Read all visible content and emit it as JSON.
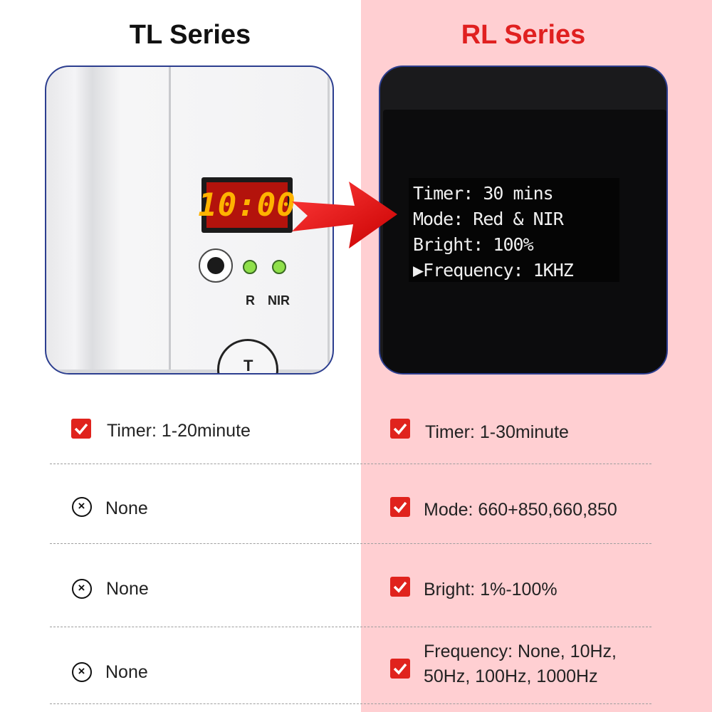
{
  "headers": {
    "left": "TL Series",
    "right": "RL Series"
  },
  "colors": {
    "right_background": "#ffcfd2",
    "right_title": "#e02020",
    "check": "#e0231d",
    "panel_border": "#2c3e8f"
  },
  "left_device": {
    "display": "10:00",
    "led_labels": [
      "R",
      "NIR"
    ],
    "button_label": "T"
  },
  "right_device": {
    "screen_lines": [
      "Timer: 30 mins",
      "Mode: Red & NIR",
      "Bright: 100%",
      "▶Frequency: 1KHZ"
    ]
  },
  "rows": [
    {
      "left": {
        "icon": "check-icon",
        "text": "Timer: 1-20minute"
      },
      "right": {
        "icon": "check-icon",
        "text": "Timer: 1-30minute"
      }
    },
    {
      "left": {
        "icon": "x-circle-icon",
        "text": "None"
      },
      "right": {
        "icon": "check-icon",
        "text": "Mode: 660+850,660,850"
      }
    },
    {
      "left": {
        "icon": "x-circle-icon",
        "text": "None"
      },
      "right": {
        "icon": "check-icon",
        "text": "Bright: 1%-100%"
      }
    },
    {
      "left": {
        "icon": "x-circle-icon",
        "text": "None"
      },
      "right": {
        "icon": "check-icon",
        "line1": "Frequency: None, 10Hz,",
        "line2": "50Hz, 100Hz, 1000Hz"
      }
    }
  ]
}
